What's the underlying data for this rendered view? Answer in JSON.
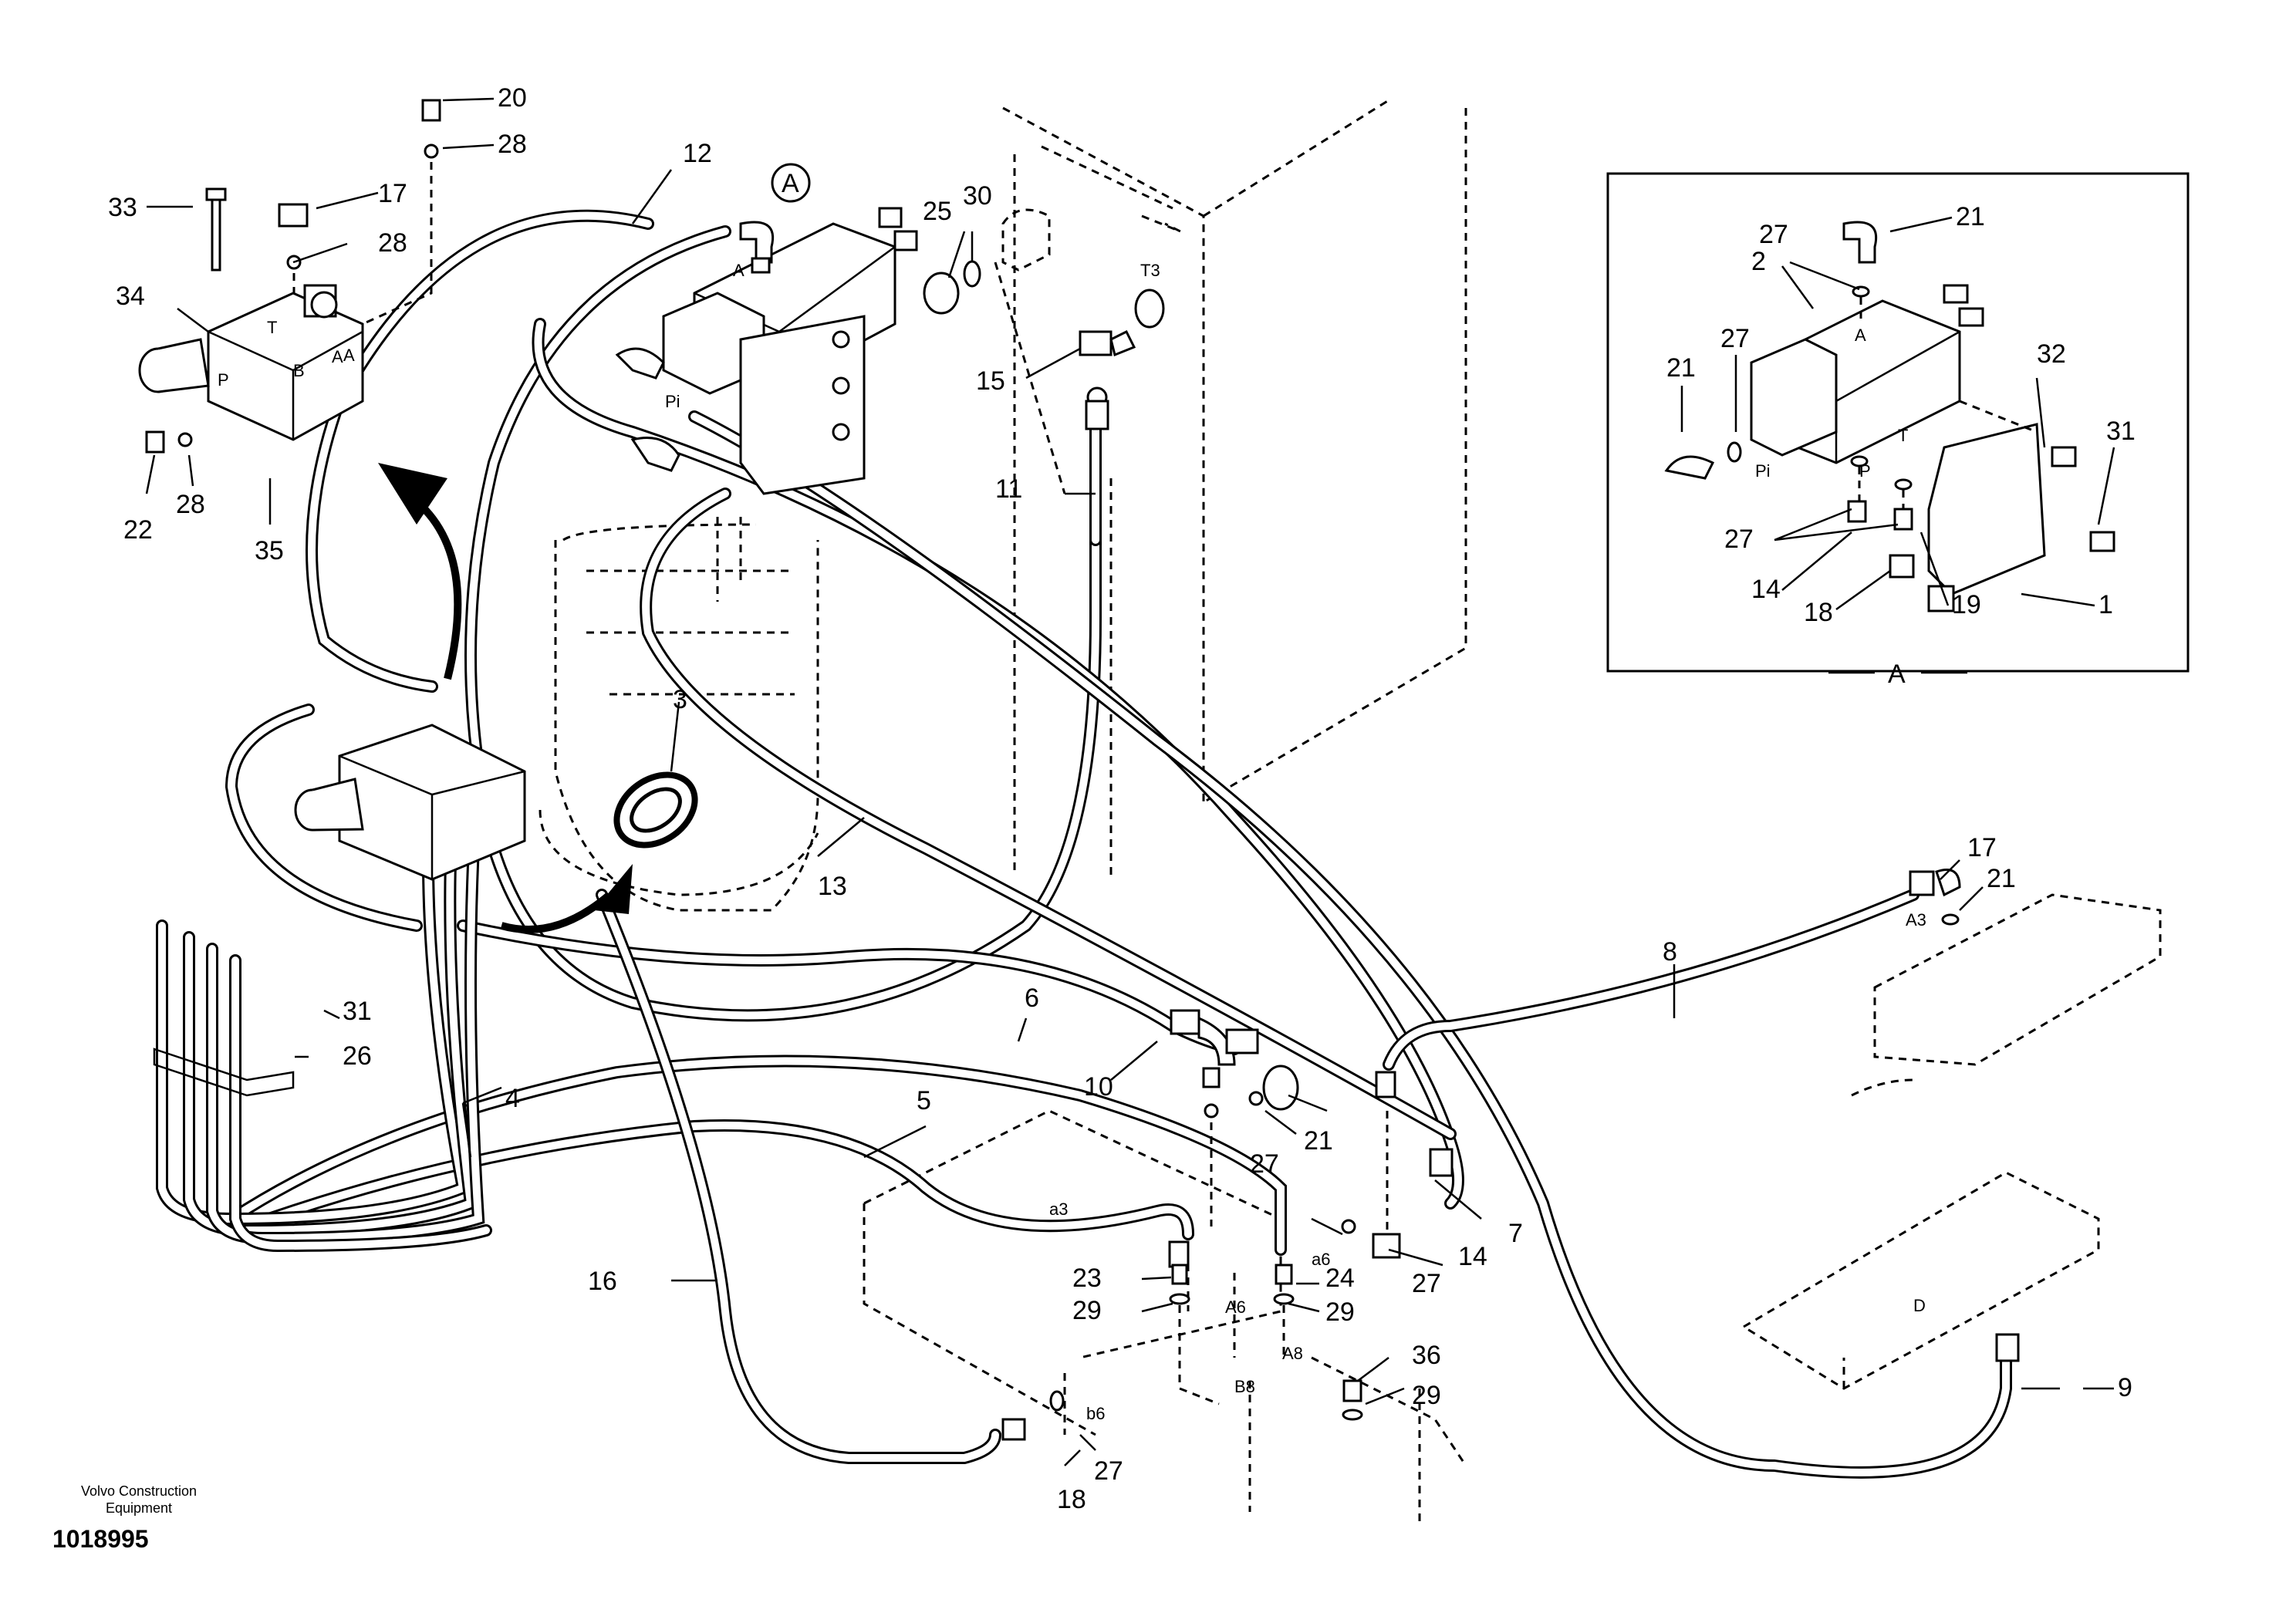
{
  "diagram": {
    "manufacturer": "Volvo Construction Equipment",
    "drawing_number": "1018995",
    "detail_view_marker": "A",
    "detail_view_caption": "A",
    "callouts": [
      "20",
      "28",
      "33",
      "17",
      "28",
      "34",
      "22",
      "28",
      "35",
      "12",
      "25",
      "30",
      "15",
      "11",
      "3",
      "13",
      "31",
      "26",
      "4",
      "6",
      "10",
      "5",
      "21",
      "27",
      "7",
      "14",
      "27",
      "16",
      "23",
      "24",
      "29",
      "29",
      "18",
      "27",
      "8",
      "17",
      "21",
      "9",
      "36",
      "29"
    ],
    "detail_callouts": [
      "27",
      "21",
      "2",
      "27",
      "21",
      "32",
      "31",
      "27",
      "14",
      "18",
      "19",
      "1"
    ],
    "port_labels": [
      "A",
      "T",
      "B",
      "A",
      "P",
      "Pi",
      "T3",
      "A",
      "Pi",
      "T",
      "P",
      "A3",
      "a3",
      "a6",
      "A6",
      "A8",
      "B8",
      "b6",
      "D"
    ]
  }
}
